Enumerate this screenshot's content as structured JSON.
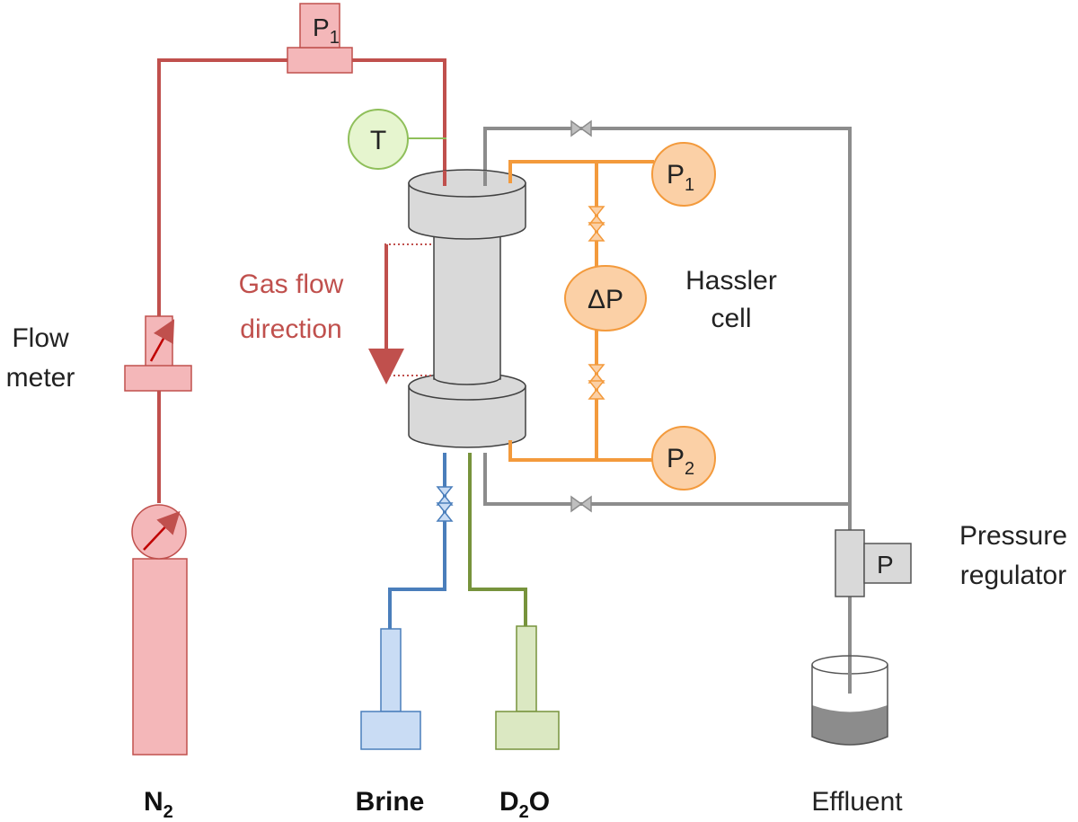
{
  "labels": {
    "flow_meter_line1": "Flow",
    "flow_meter_line2": "meter",
    "gas_flow_line1": "Gas flow",
    "gas_flow_line2": "direction",
    "hassler_line1": "Hassler",
    "hassler_line2": "cell",
    "pressure_reg_line1": "Pressure",
    "pressure_reg_line2": "regulator",
    "n2_main": "N",
    "n2_sub": "2",
    "brine": "Brine",
    "d2o_main": "D",
    "d2o_sub": "2",
    "d2o_tail": "O",
    "effluent": "Effluent"
  },
  "gauges": {
    "p1_top_main": "P",
    "p1_top_sub": "1",
    "temp": "T",
    "p1_right_main": "P",
    "p1_right_sub": "1",
    "dp": "ΔP",
    "p2_right_main": "P",
    "p2_right_sub": "2",
    "regulator_p": "P"
  },
  "colors": {
    "gas_line": "#c0504d",
    "gas_fill": "#f4b7b9",
    "gas_fill_light": "#fbd9d9",
    "temp_line": "#8fbf5a",
    "temp_fill": "#e6f5cf",
    "pressure_line": "#f39a3c",
    "pressure_fill": "#fbd0a6",
    "grey_line": "#8c8c8c",
    "cell_fill": "#d9d9d9",
    "brine_line": "#4a7ebb",
    "brine_fill": "#c9dcf4",
    "d2o_line": "#77933c",
    "d2o_fill": "#dbe8c2"
  }
}
